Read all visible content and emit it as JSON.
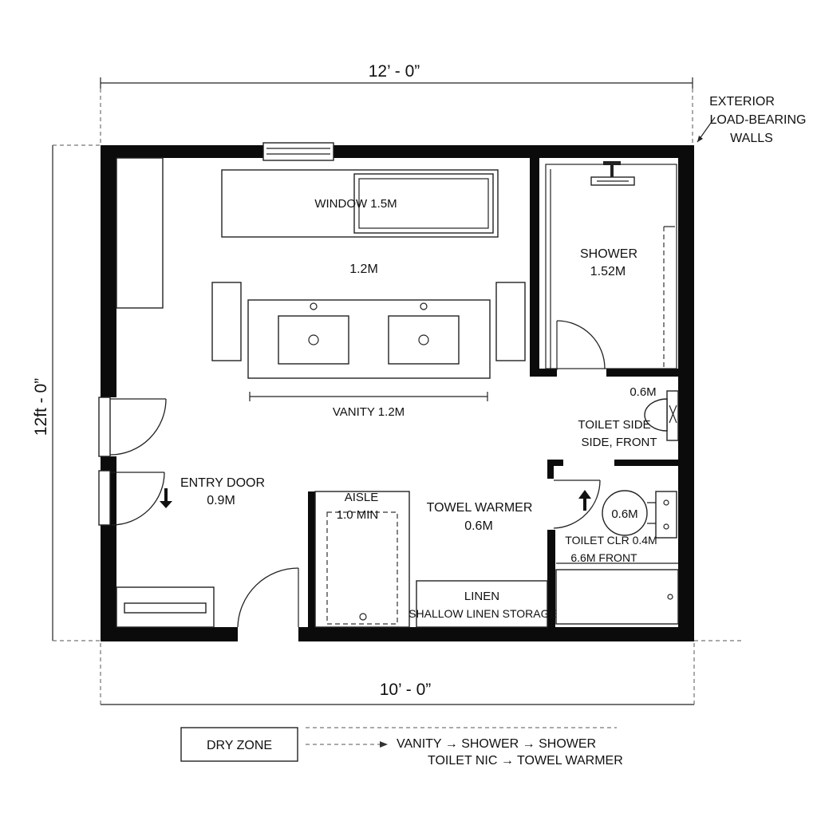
{
  "dimensions": {
    "top": "12’ - 0”",
    "left": "12ft - 0”",
    "bottom": "10’ - 0”"
  },
  "walls_note": {
    "line1": "EXTERIOR",
    "line2": "LOAD-BEARING",
    "line3": "WALLS"
  },
  "rooms": {
    "window": "WINDOW 1.5M",
    "vanity_width": "1.2M",
    "vanity": "VANITY 1.2M",
    "shower_name": "SHOWER",
    "shower_size": "1.52M",
    "toilet_side_dim": "0.6M",
    "toilet_side_line1": "TOILET SIDE",
    "toilet_side_line2": "SIDE, FRONT",
    "entry_line1": "ENTRY DOOR",
    "entry_line2": "0.9M",
    "aisle_line1": "AISLE",
    "aisle_line2": "1.0 MIN",
    "towel_line1": "TOWEL WARMER",
    "towel_line2": "0.6M",
    "toilet_circle": "0.6M",
    "toilet_clr_line1": "TOILET CLR 0.4M",
    "toilet_clr_line2": "6.6M FRONT",
    "linen_line1": "LINEN",
    "linen_line2": "SHALLOW LINEN STORAGE"
  },
  "legend": {
    "box": "DRY ZONE",
    "flow_line1": "VANITY  →  SHOWER  →  SHOWER",
    "flow_line2": "TOILET NIC  →  TOWEL WARMER"
  }
}
